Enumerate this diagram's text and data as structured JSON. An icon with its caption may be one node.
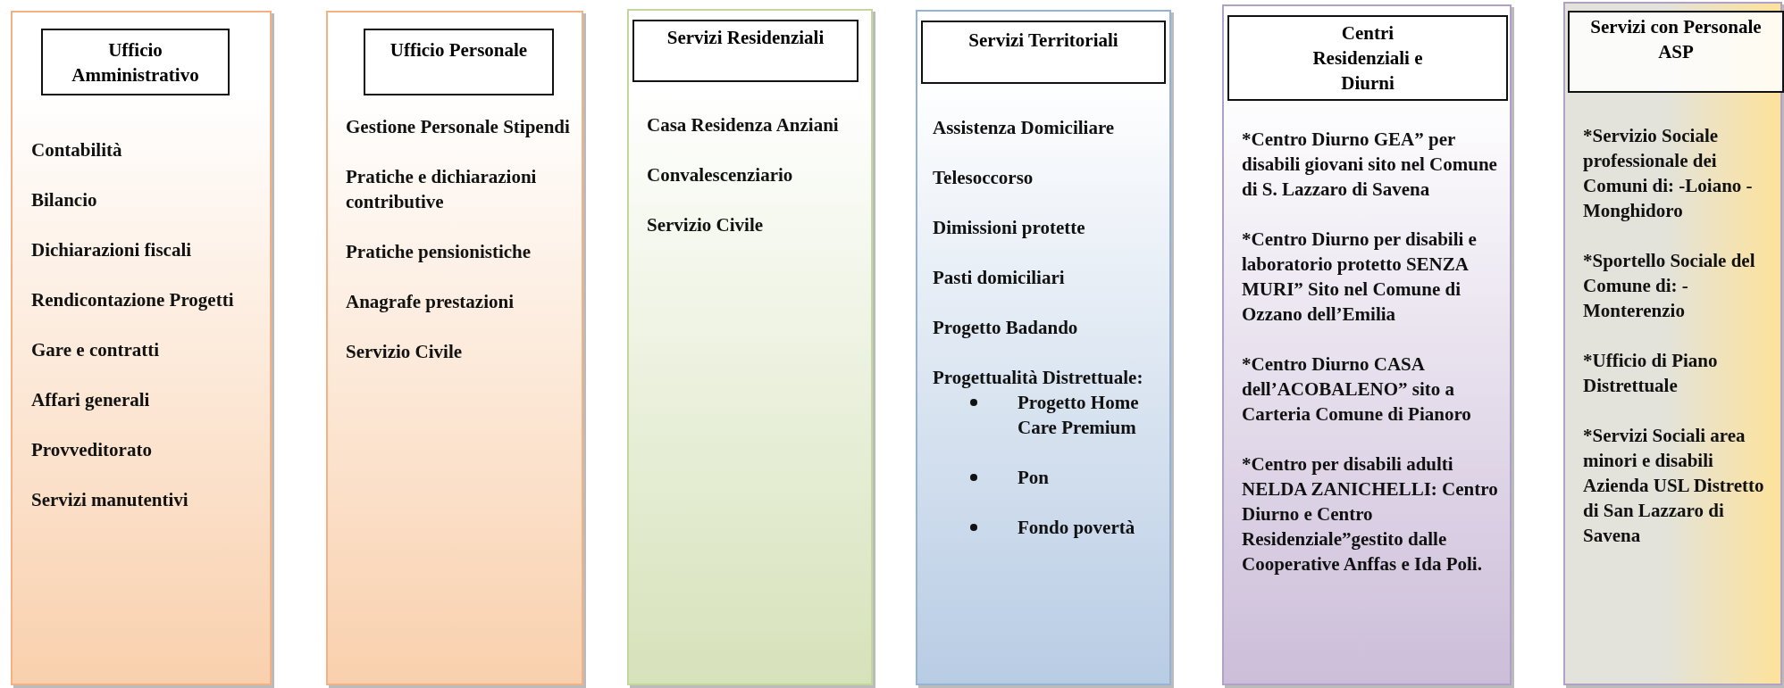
{
  "diagram": {
    "nodes": [
      {
        "text": [
          "Contabilità",
          "Bilancio",
          "Dichiarazioni fiscali",
          "Rendicontazione Progetti",
          "Gare e contratti",
          "Affari generali",
          "Provveditorato",
          "Servizi manutentivi"
        ]
      },
      {
        "text": [
          "Ufficio Amministrativo"
        ],
        "in": 0
      },
      {
        "text": [
          "Gestione Personale Stipendi",
          "Pratiche e dichiarazioni contributive",
          "Pratiche pensionistiche",
          "Anagrafe prestazioni",
          "Servizio Civile"
        ]
      },
      {
        "text": [
          "Ufficio Personale"
        ],
        "in": 2
      },
      {
        "text": [
          "Casa Residenza Anziani",
          "Convalescenziario",
          "Servizio Civile"
        ]
      },
      {
        "text": [
          "Servizi Residenziali"
        ],
        "in": 4
      },
      {
        "text": [
          "Assistenza Domiciliare",
          "Telesoccorso",
          "Dimissioni protette",
          "Pasti domiciliari",
          "Progetto Badando",
          "Progettualità Distrettuale:",
          "Progetto Home Care Premium",
          "Pon",
          "Fondo povertà"
        ]
      },
      {
        "text": [
          "Servizi Territoriali"
        ],
        "in": 6
      },
      {
        "text": [
          "*Centro Diurno GEA” per disabili giovani sito nel Comune di S. Lazzaro di Savena",
          "*Centro Diurno per disabili e laboratorio protetto SENZA MURI” Sito nel Comune di Ozzano dell’Emilia",
          "*Centro Diurno CASA dell’ACOBALENO” sito a Carteria Comune di Pianoro",
          "*Centro per disabili adulti NELDA ZANICHELLI: Centro Diurno e Centro Residenziale”gestito dalle Cooperative Anffas e Ida Poli."
        ]
      },
      {
        "text": [
          "Centri Residenziali e Diurni"
        ],
        "in": 8
      },
      {
        "text": [
          "*Servizio Sociale professionale dei Comuni di: -Loiano -Monghidoro",
          "*Sportello Sociale del Comune di: -Monterenzio",
          "*Ufficio di Piano Distrettuale",
          "*Servizi Sociali area minori e disabili Azienda USL Distretto di San Lazzaro di Savena"
        ]
      },
      {
        "text": [
          "Servizi con Personale ASP"
        ],
        "in": 10
      }
    ]
  }
}
